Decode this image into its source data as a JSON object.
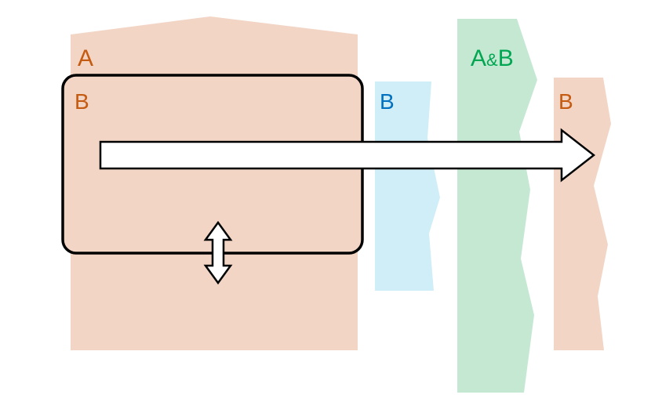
{
  "diagram": {
    "labels": {
      "region_a": "A",
      "region_b_box": "B",
      "region_b_blue": "B",
      "region_b_right": "B",
      "region_a_and_b_parts": {
        "a": "A",
        "and": "&",
        "b": "B"
      }
    },
    "colors": {
      "salmon_fill": "#f2d5c5",
      "blue_fill": "#cfeef7",
      "green_fill": "#c5e8d2",
      "label_orange": "#c55a11",
      "label_blue": "#0070c0",
      "label_green": "#00a651",
      "outline": "#000000",
      "arrow_fill": "#ffffff",
      "background": "#ffffff"
    }
  }
}
